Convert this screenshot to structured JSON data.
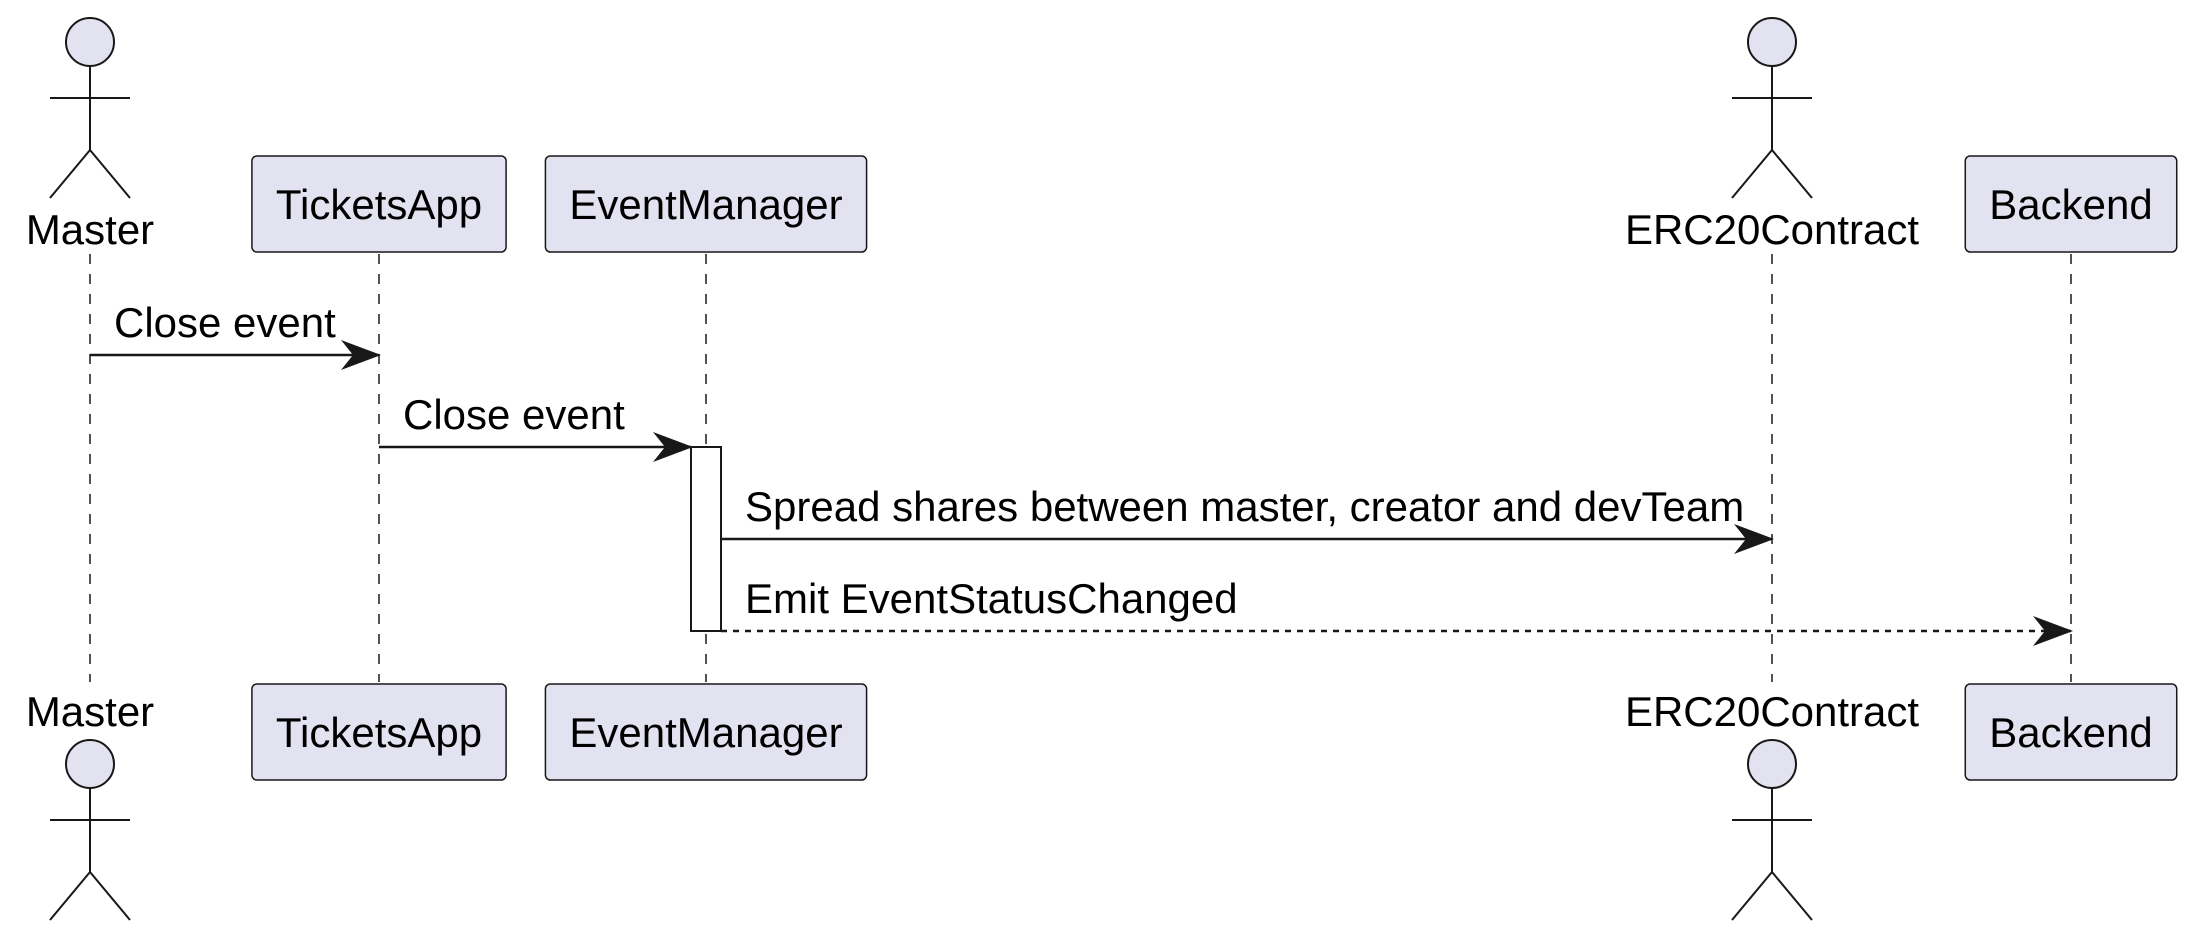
{
  "diagram_type": "sequence",
  "colors": {
    "participant_fill": "#e2e2f0",
    "stroke": "#181818",
    "text": "#000000",
    "background": "#ffffff"
  },
  "participants": [
    {
      "id": "master",
      "label": "Master",
      "kind": "actor"
    },
    {
      "id": "ticketsapp",
      "label": "TicketsApp",
      "kind": "participant"
    },
    {
      "id": "eventmanager",
      "label": "EventManager",
      "kind": "participant"
    },
    {
      "id": "erc20contract",
      "label": "ERC20Contract",
      "kind": "actor"
    },
    {
      "id": "backend",
      "label": "Backend",
      "kind": "participant"
    }
  ],
  "messages": [
    {
      "from": "master",
      "to": "ticketsapp",
      "label": "Close event",
      "style": "solid"
    },
    {
      "from": "ticketsapp",
      "to": "eventmanager",
      "label": "Close event",
      "style": "solid"
    },
    {
      "from": "eventmanager",
      "to": "erc20contract",
      "label": "Spread shares between master, creator and devTeam",
      "style": "solid"
    },
    {
      "from": "eventmanager",
      "to": "backend",
      "label": "Emit EventStatusChanged",
      "style": "dashed"
    }
  ],
  "activations": [
    {
      "participant": "eventmanager",
      "from_message": 1,
      "to_message": 3
    }
  ]
}
